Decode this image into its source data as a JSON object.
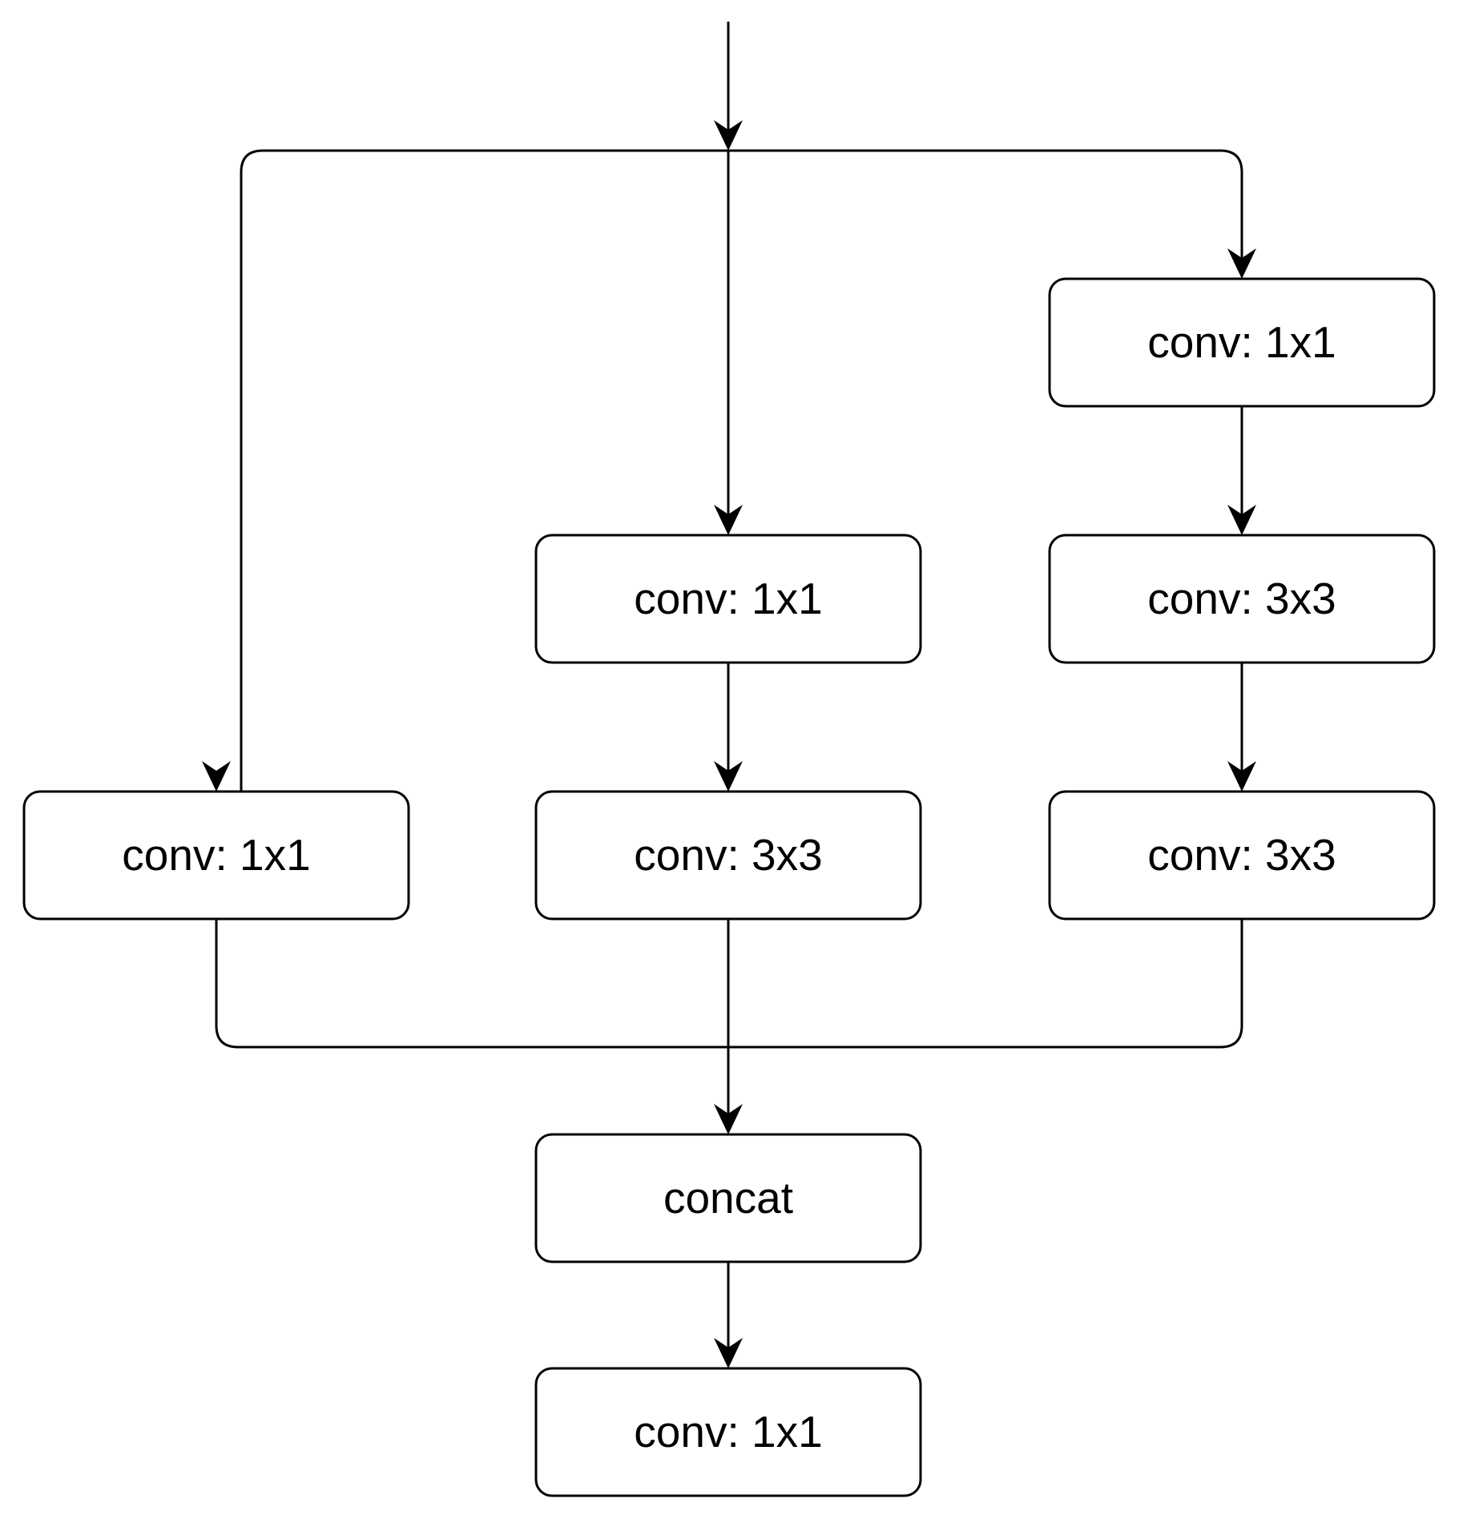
{
  "nodes": [
    {
      "id": "b3_conv1x1",
      "label": "conv: 1x1"
    },
    {
      "id": "b2_conv1x1",
      "label": "conv: 1x1"
    },
    {
      "id": "b3_conv3x3_a",
      "label": "conv: 3x3"
    },
    {
      "id": "b1_conv1x1",
      "label": "conv: 1x1"
    },
    {
      "id": "b2_conv3x3",
      "label": "conv: 3x3"
    },
    {
      "id": "b3_conv3x3_b",
      "label": "conv: 3x3"
    },
    {
      "id": "concat",
      "label": "concat"
    },
    {
      "id": "out_conv1x1",
      "label": "conv: 1x1"
    }
  ],
  "edges": [
    {
      "from": "input",
      "to": "split"
    },
    {
      "from": "split",
      "to": "b1_conv1x1"
    },
    {
      "from": "split",
      "to": "b2_conv1x1"
    },
    {
      "from": "split",
      "to": "b3_conv1x1"
    },
    {
      "from": "b3_conv1x1",
      "to": "b3_conv3x3_a"
    },
    {
      "from": "b2_conv1x1",
      "to": "b2_conv3x3"
    },
    {
      "from": "b3_conv3x3_a",
      "to": "b3_conv3x3_b"
    },
    {
      "from": "b1_conv1x1",
      "to": "concat"
    },
    {
      "from": "b2_conv3x3",
      "to": "concat"
    },
    {
      "from": "b3_conv3x3_b",
      "to": "concat"
    },
    {
      "from": "concat",
      "to": "out_conv1x1"
    }
  ]
}
